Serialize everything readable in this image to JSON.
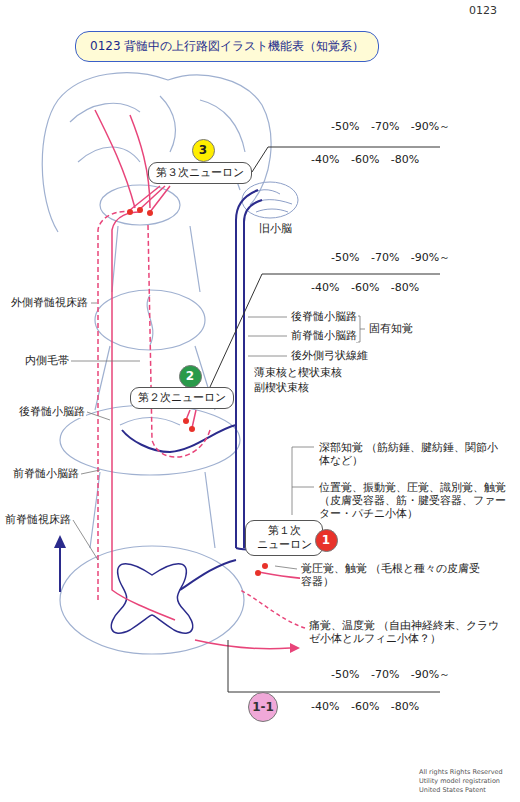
{
  "diagram": {
    "title": "0123 背髄中の上行路図イラスト機能表（知覚系）",
    "nodes": [
      {
        "text": [
          "3"
        ]
      },
      {
        "text": [
          "第３次ニューロン"
        ]
      },
      {
        "text": [
          "2"
        ]
      },
      {
        "text": [
          "第２次ニューロン"
        ]
      },
      {
        "text": [
          "第１次 ニューロン"
        ]
      },
      {
        "text": [
          "1"
        ]
      },
      {
        "text": [
          "1-1"
        ]
      }
    ],
    "labels": [
      "0123",
      "-50% -70% -90%～",
      "-40% -60% -80%",
      "旧小脳",
      "-50% -70% -90%～",
      "-40% -60% -80%",
      "後脊髄小脳路",
      "前脊髄小脳路",
      "固有知覚",
      "後外側弓状線維",
      "薄束核と楔状束核",
      "副楔状束核",
      "外側脊髄視床路",
      "内側毛帯",
      "後脊髄小脳路",
      "前脊髄小脳路",
      "前脊髄視床路",
      "深部知覚 （筋紡錘、腱紡錘、関節小体など）",
      "位置覚、振動覚、圧覚、識別覚、触覚 （皮膚受容器、筋・腱受容器、ファーター・パチニ小体）",
      "覚圧覚、触覚 （毛根と種々の皮膚受容器）",
      "痛覚、温度覚 （自由神経終末、クラウゼ小体とルフィニ小体？）",
      "-50% -70% -90%～",
      "-40% -60% -80%",
      "All rights Rights Reserved",
      "Utility model registration",
      "United States Patent"
    ]
  }
}
